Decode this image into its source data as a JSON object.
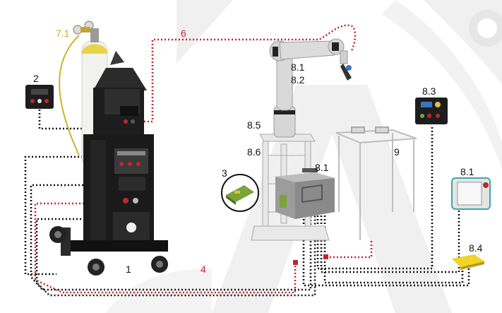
{
  "diagram": {
    "labels": {
      "welder": "1",
      "remote_box": "2",
      "interface_card": "3",
      "cable_4": "4",
      "cable_6": "6",
      "gas_regulator": "7.1",
      "robot_arm_a": "8.1",
      "robot_arm_b": "8.2",
      "controller_unit": "8.1",
      "teach_pendant": "8.1",
      "control_panel": "8.3",
      "enable_switch": "8.4",
      "mount_plate": "8.5",
      "robot_stand": "8.6",
      "work_table": "9"
    },
    "colors": {
      "black_cable": "#111111",
      "red_cable": "#c0262d",
      "gas_hose": "#c9b52a",
      "background_shape": "#efefef"
    }
  }
}
